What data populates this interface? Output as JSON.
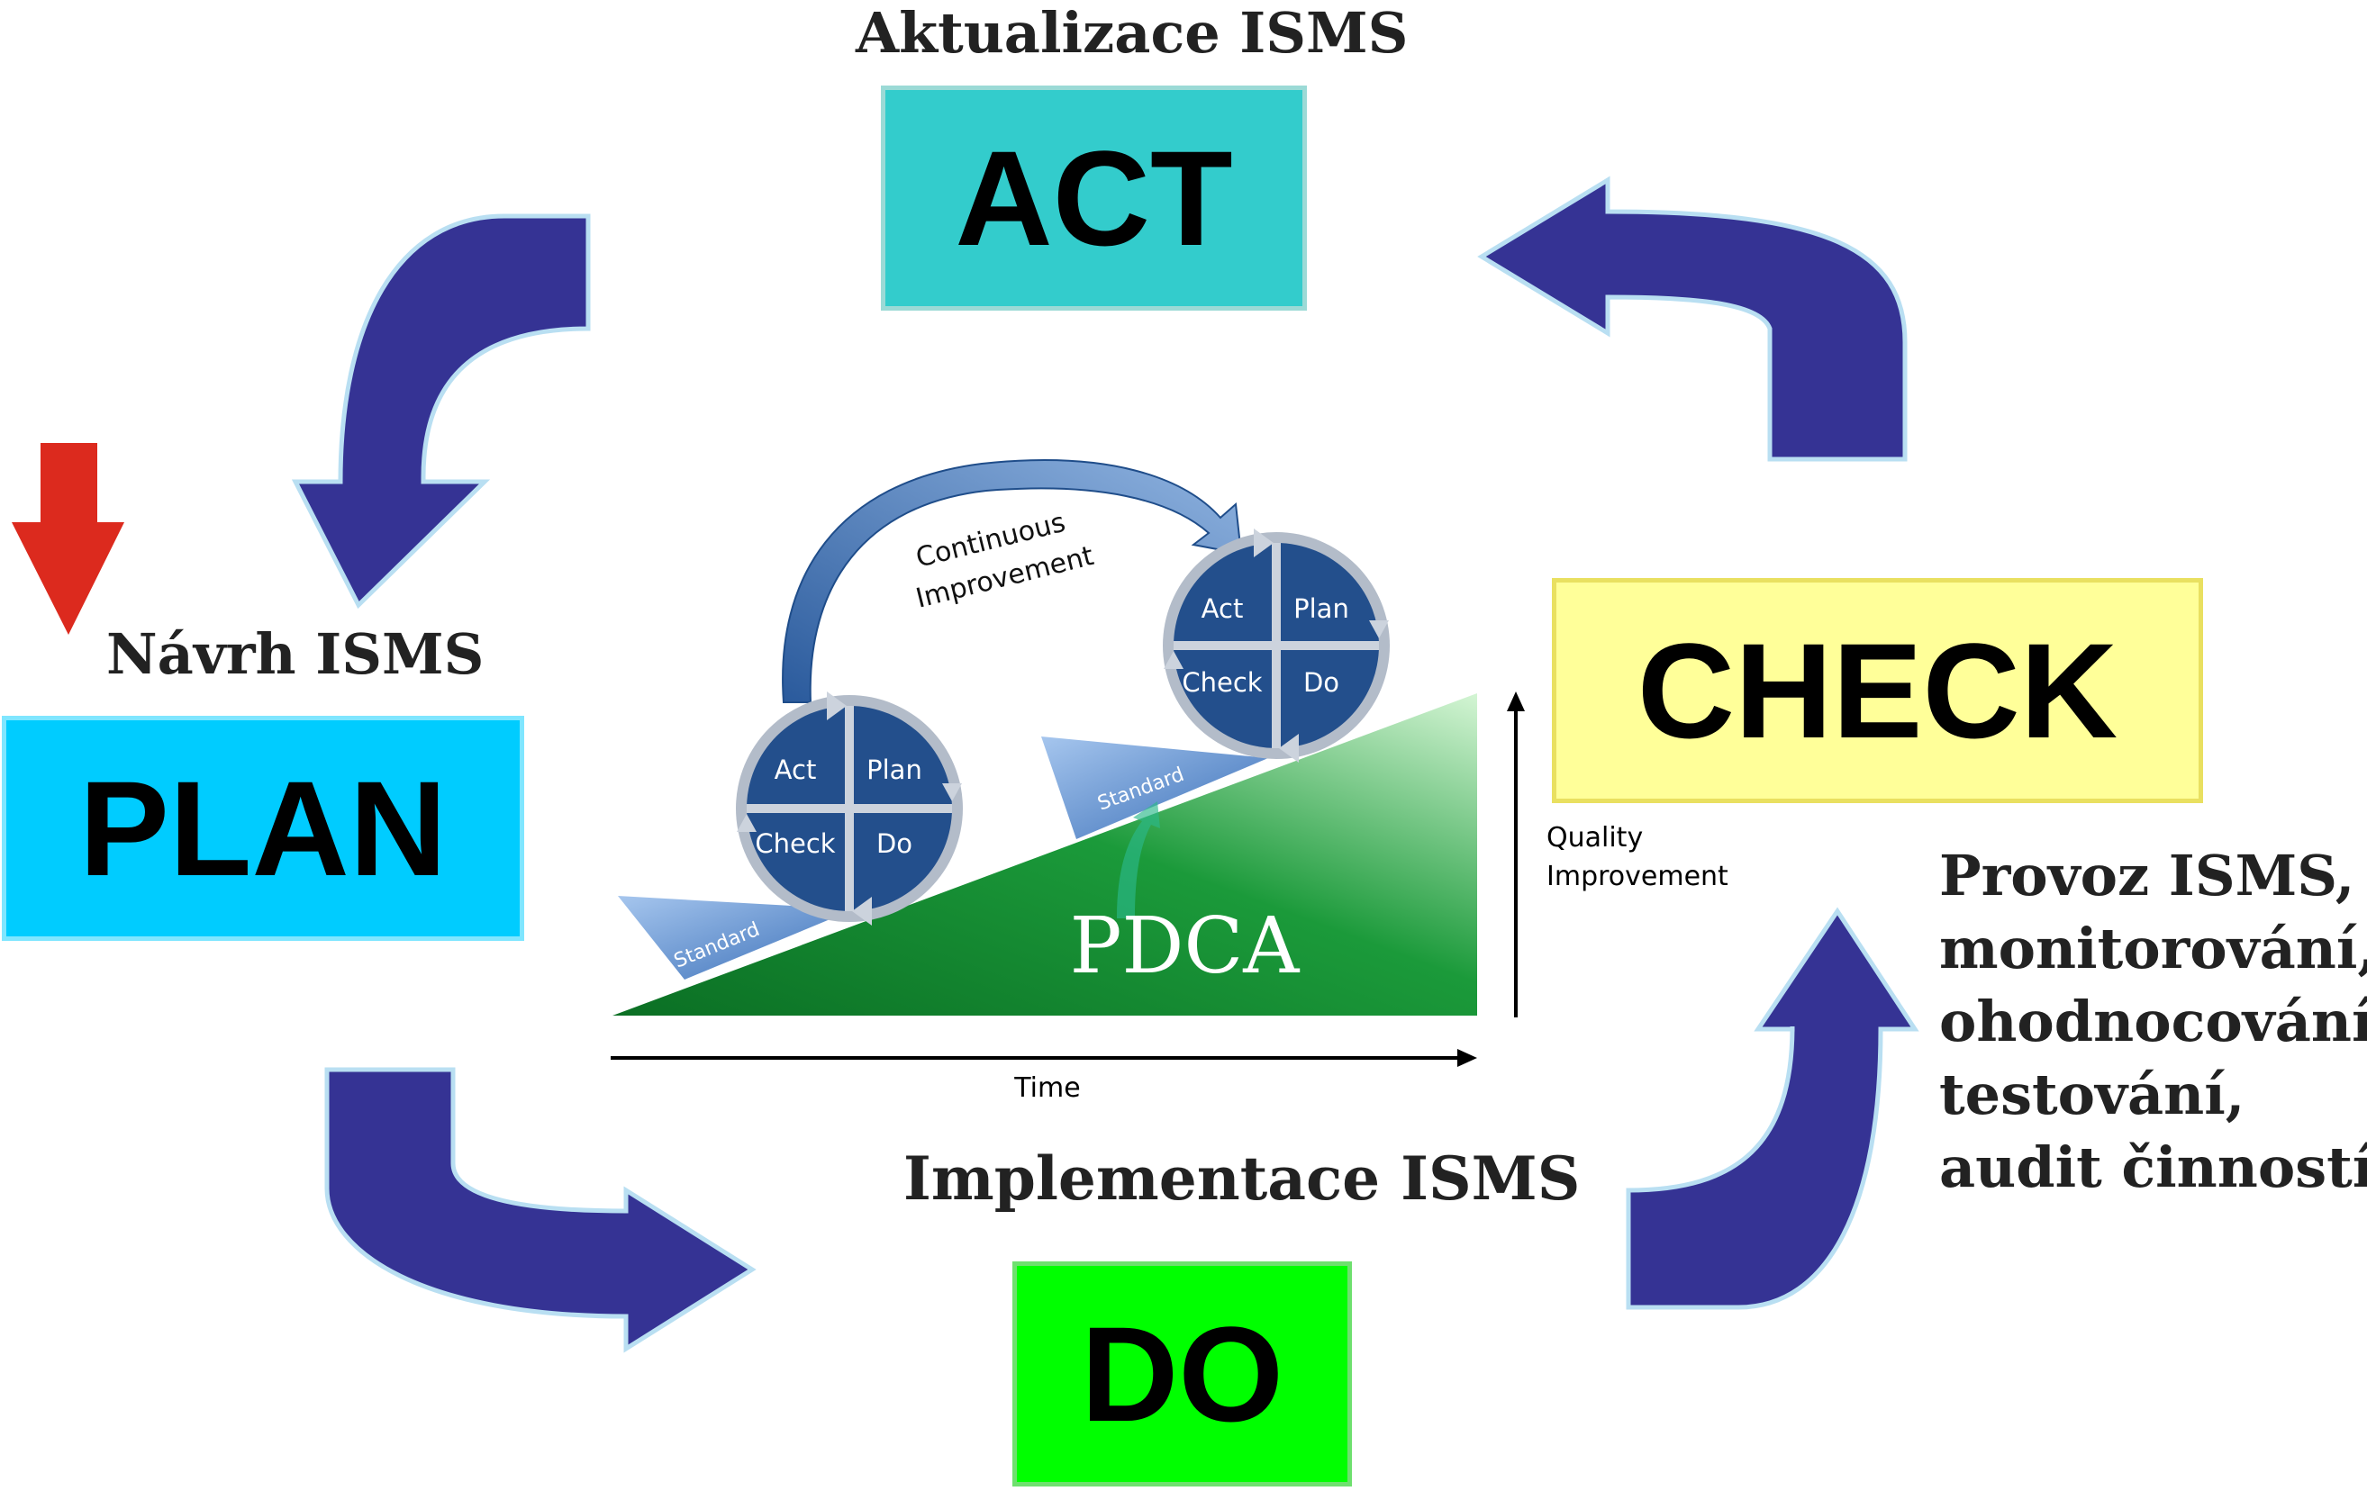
{
  "colors": {
    "arrow": "#353394",
    "arrow_edge": "#b9dff2",
    "red_arrow": "#dc2a1e",
    "act": "#33cccc",
    "plan": "#00ccff",
    "check": "#ffff99",
    "do": "#00ff00",
    "wheel": "#234f8c",
    "wheel_ring": "#8a9ab0",
    "ramp_light": "#c6f2c6",
    "ramp_dark": "#0b7f2c"
  },
  "stages": {
    "act": {
      "label": "ACT",
      "caption": "Aktualizace ISMS"
    },
    "plan": {
      "label": "PLAN",
      "caption": "Návrh ISMS"
    },
    "do": {
      "label": "DO",
      "caption": "Implementace ISMS"
    },
    "check": {
      "label": "CHECK",
      "caption_lines": [
        "Provoz ISMS,",
        "monitorování,",
        "ohodnocování,",
        "testování,",
        "audit činností"
      ]
    }
  },
  "pdca": {
    "title": "PDCA",
    "continuous_line1": "Continuous",
    "continuous_line2": "Improvement",
    "quality_line1": "Quality",
    "quality_line2": "Improvement",
    "time_label": "Time",
    "standard_label": "Standard",
    "wheel_labels": {
      "act": "Act",
      "plan": "Plan",
      "check": "Check",
      "do": "Do"
    }
  }
}
